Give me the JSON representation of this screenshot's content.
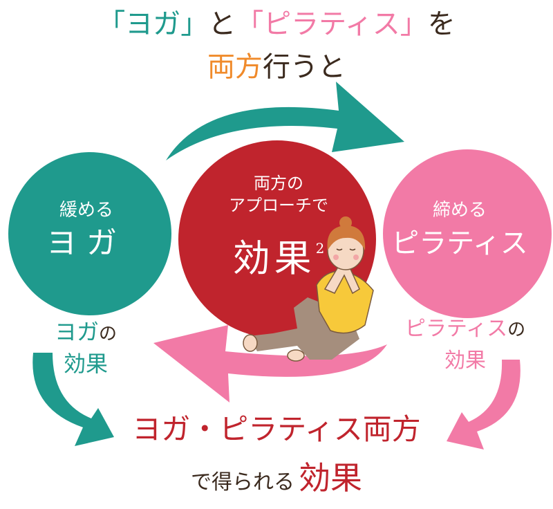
{
  "headline": {
    "bracket_open_1": "「",
    "yoga": "ヨガ",
    "bracket_close_1": "」",
    "to": "と",
    "bracket_open_2": "「",
    "pilates": "ピラティス",
    "bracket_close_2": "」",
    "wo": "を",
    "both": "両方",
    "do": "行うと"
  },
  "yoga_circle": {
    "small": "緩める",
    "big": "ヨガ"
  },
  "center_circle": {
    "line1": "両方の",
    "line2": "アプローチで",
    "big": "効果",
    "sup": "2"
  },
  "pilates_circle": {
    "small": "締める",
    "big": "ピラティス"
  },
  "yoga_effect": {
    "name": "ヨガ",
    "no": "の",
    "effect": "効果"
  },
  "pilates_effect": {
    "name": "ピラティス",
    "no": "の",
    "effect": "効果"
  },
  "bottom": {
    "line1": "ヨガ・ピラティス両方",
    "line2_small": "で得られる",
    "line2_big": "効果"
  },
  "colors": {
    "teal": "#1f9a8d",
    "pink": "#f27aa6",
    "red": "#c0242d",
    "orange": "#f08a2a"
  },
  "illustration": "woman-doing-yoga-prayer-pose"
}
